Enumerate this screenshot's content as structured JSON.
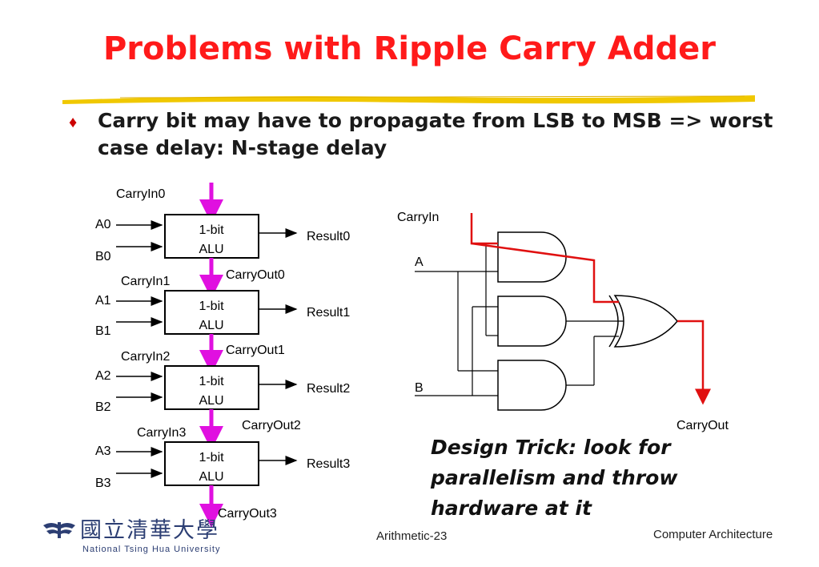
{
  "slide": {
    "title": "Problems with Ripple Carry Adder",
    "bullet": "Carry bit may have to propagate from LSB to MSB => worst case delay: N-stage delay",
    "design_trick": "Design Trick: look for parallelism and throw hardware at it",
    "footer_center": "Arithmetic-23",
    "footer_right": "Computer Architecture",
    "logo_chinese": "國立清華大學",
    "logo_english": "National Tsing Hua University"
  },
  "ripple_adder": {
    "carry_in_label": "CarryIn0",
    "stages": [
      {
        "a": "A0",
        "b": "B0",
        "alu_line1": "1-bit",
        "alu_line2": "ALU",
        "result": "Result0",
        "carry_out": "CarryOut0"
      },
      {
        "carry_in": "CarryIn1",
        "a": "A1",
        "b": "B1",
        "alu_line1": "1-bit",
        "alu_line2": "ALU",
        "result": "Result1",
        "carry_out": "CarryOut1"
      },
      {
        "carry_in": "CarryIn2",
        "a": "A2",
        "b": "B2",
        "alu_line1": "1-bit",
        "alu_line2": "ALU",
        "result": "Result2",
        "carry_out": "CarryOut2"
      },
      {
        "carry_in": "CarryIn3",
        "a": "A3",
        "b": "B3",
        "alu_line1": "1-bit",
        "alu_line2": "ALU",
        "result": "Result3",
        "carry_out": "CarryOut3"
      }
    ]
  },
  "carry_circuit": {
    "carry_in": "CarryIn",
    "a": "A",
    "b": "B",
    "carry_out": "CarryOut"
  },
  "colors": {
    "title": "#ff1a1a",
    "carry_arrow": "#e010e0",
    "critical_path": "#e01010",
    "underline": "#f0c800"
  }
}
